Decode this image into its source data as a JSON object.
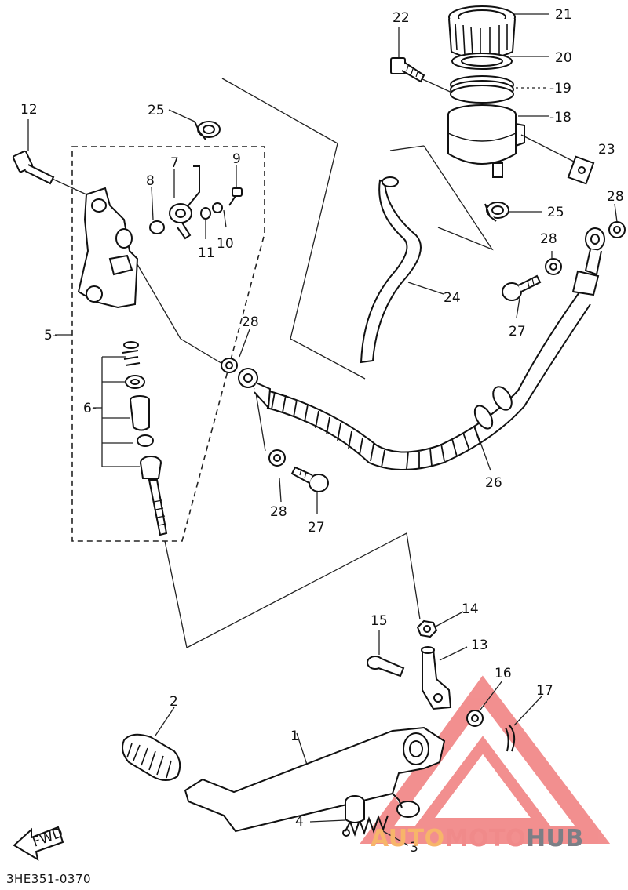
{
  "diagram": {
    "part_code": "3HE351-0370",
    "fwd_label": "FWD",
    "watermark": {
      "part1": "AUTO",
      "part2": "MOTO",
      "part3": "HUB",
      "colors": {
        "auto": "#f7b56a",
        "moto": "#f08a8a",
        "hub": "#7b7f86",
        "triangle": "#f07c7c"
      }
    },
    "callouts": [
      "1",
      "2",
      "3",
      "4",
      "5",
      "6",
      "7",
      "8",
      "9",
      "10",
      "11",
      "12",
      "13",
      "14",
      "15",
      "16",
      "17",
      "18",
      "19",
      "20",
      "21",
      "22",
      "23",
      "24",
      "25",
      "25",
      "26",
      "27",
      "27",
      "28",
      "28",
      "28",
      "28"
    ]
  }
}
